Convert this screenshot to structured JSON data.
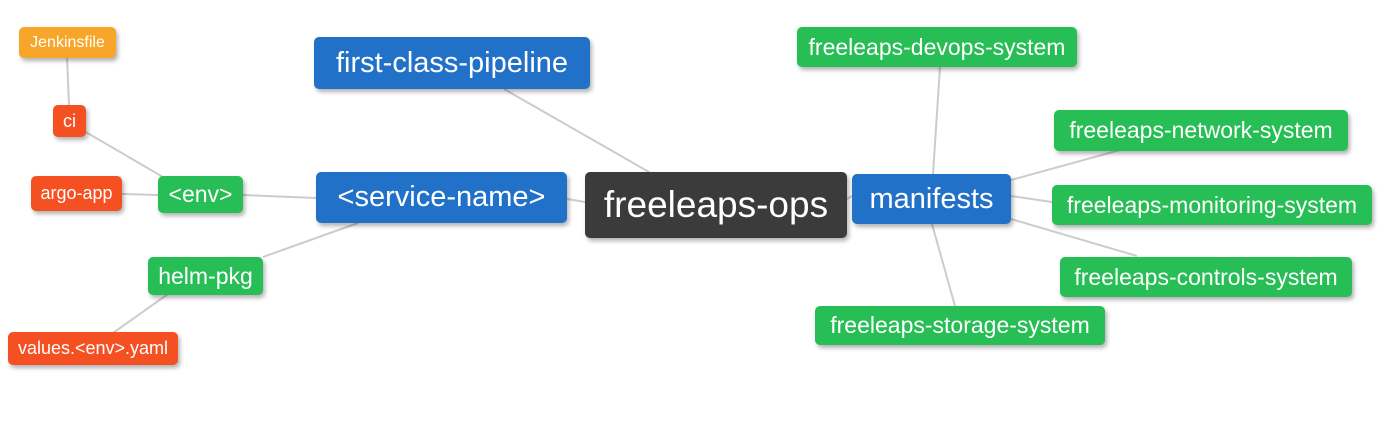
{
  "diagram": {
    "type": "mindmap",
    "root": "freeleaps-ops"
  },
  "palette": {
    "depth0": "#3b3b3b",
    "depth1": "#2171c8",
    "depth2": "#27be55",
    "depth3": "#f45021",
    "depth4": "#f8a62a",
    "edge": "#cccccc",
    "text": "#ffffff",
    "background": "#ffffff"
  },
  "nodes": [
    {
      "id": "freeleaps-ops",
      "label": "freeleaps-ops",
      "depth": 0,
      "parent": null
    },
    {
      "id": "first-class-pipeline",
      "label": "first-class-pipeline",
      "depth": 1,
      "parent": "freeleaps-ops"
    },
    {
      "id": "service-name",
      "label": "<service-name>",
      "depth": 1,
      "parent": "freeleaps-ops"
    },
    {
      "id": "manifests",
      "label": "manifests",
      "depth": 1,
      "parent": "freeleaps-ops"
    },
    {
      "id": "env",
      "label": "<env>",
      "depth": 2,
      "parent": "service-name"
    },
    {
      "id": "helm-pkg",
      "label": "helm-pkg",
      "depth": 2,
      "parent": "service-name"
    },
    {
      "id": "ci",
      "label": "ci",
      "depth": 3,
      "parent": "env"
    },
    {
      "id": "argo-app",
      "label": "argo-app",
      "depth": 3,
      "parent": "env"
    },
    {
      "id": "jenkinsfile",
      "label": "Jenkinsfile",
      "depth": 4,
      "parent": "ci"
    },
    {
      "id": "values-env-yaml",
      "label": "values.<env>.yaml",
      "depth": 3,
      "parent": "helm-pkg"
    },
    {
      "id": "freeleaps-devops-system",
      "label": "freeleaps-devops-system",
      "depth": 2,
      "parent": "manifests"
    },
    {
      "id": "freeleaps-network-system",
      "label": "freeleaps-network-system",
      "depth": 2,
      "parent": "manifests"
    },
    {
      "id": "freeleaps-monitoring-system",
      "label": "freeleaps-monitoring-system",
      "depth": 2,
      "parent": "manifests"
    },
    {
      "id": "freeleaps-controls-system",
      "label": "freeleaps-controls-system",
      "depth": 2,
      "parent": "manifests"
    },
    {
      "id": "freeleaps-storage-system",
      "label": "freeleaps-storage-system",
      "depth": 2,
      "parent": "manifests"
    }
  ]
}
